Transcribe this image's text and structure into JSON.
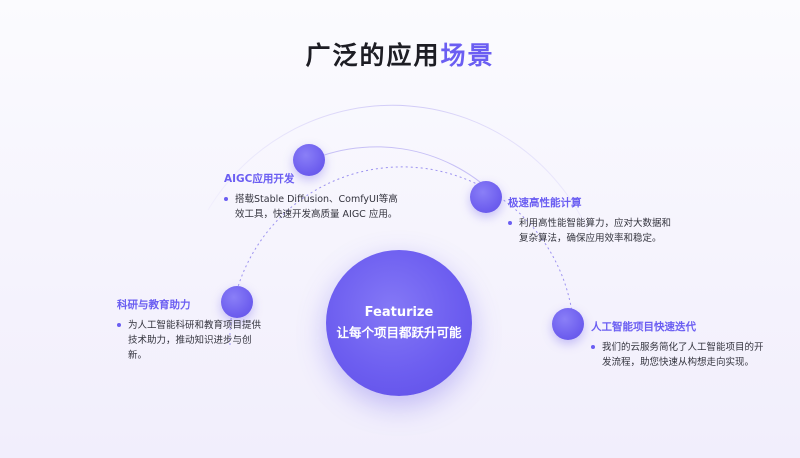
{
  "title": {
    "prefix": "广泛的应用",
    "highlight": "场景"
  },
  "center": {
    "line1": "Featurize",
    "line2": "让每个项目都跃升可能"
  },
  "items": [
    {
      "title": "AIGC应用开发",
      "desc": "搭载Stable Diffusion、ComfyUI等高效工具，快速开发高质量 AIGC 应用。"
    },
    {
      "title": "极速高性能计算",
      "desc": "利用高性能智能算力，应对大数据和复杂算法，确保应用效率和稳定。"
    },
    {
      "title": "科研与教育助力",
      "desc": "为人工智能科研和教育项目提供技术助力，推动知识进步与创新。"
    },
    {
      "title": "人工智能项目快速迭代",
      "desc": "我们的云服务简化了人工智能项目的开发流程，助您快速从构想走向实现。"
    }
  ],
  "colors": {
    "accent": "#6b5ef2",
    "node": "#6f60ef",
    "arc": "#cfc9f7"
  }
}
